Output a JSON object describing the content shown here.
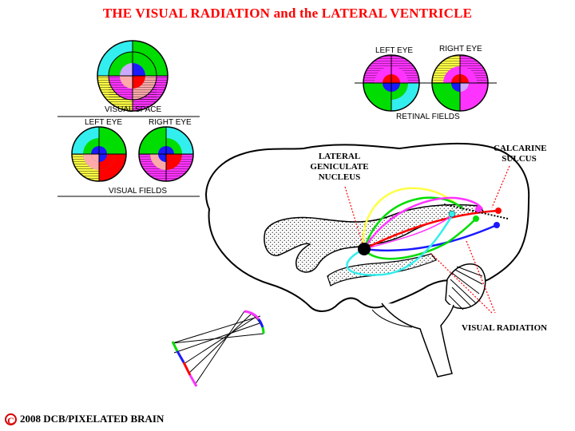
{
  "title": "THE VISUAL RADIATION and the LATERAL VENTRICLE",
  "labels": {
    "visual_space": "VISUAL SPACE",
    "left_eye": "LEFT EYE",
    "right_eye": "RIGHT EYE",
    "visual_fields": "VISUAL FIELDS",
    "retinal_left_eye": "LEFT EYE",
    "retinal_right_eye": "RIGHT EYE",
    "retinal_fields": "RETINAL FIELDS",
    "lgn_line1": "LATERAL",
    "lgn_line2": "GENICULATE",
    "lgn_line3": "NUCLEUS",
    "calcarine_line1": "CALCARINE",
    "calcarine_line2": "SULCUS",
    "visual_radiation": "VISUAL RADIATION"
  },
  "footer": {
    "symbol": "C",
    "text": "2008  DCB/PIXELATED BRAIN"
  },
  "colors": {
    "title": "#ff0000",
    "green": "#00dd00",
    "cyan": "#33eeee",
    "yellow": "#ffff44",
    "magenta": "#ff33ff",
    "blue": "#1a1aff",
    "red": "#ff0000",
    "pink": "#ffaaaa",
    "lavender": "#ccaaff"
  }
}
